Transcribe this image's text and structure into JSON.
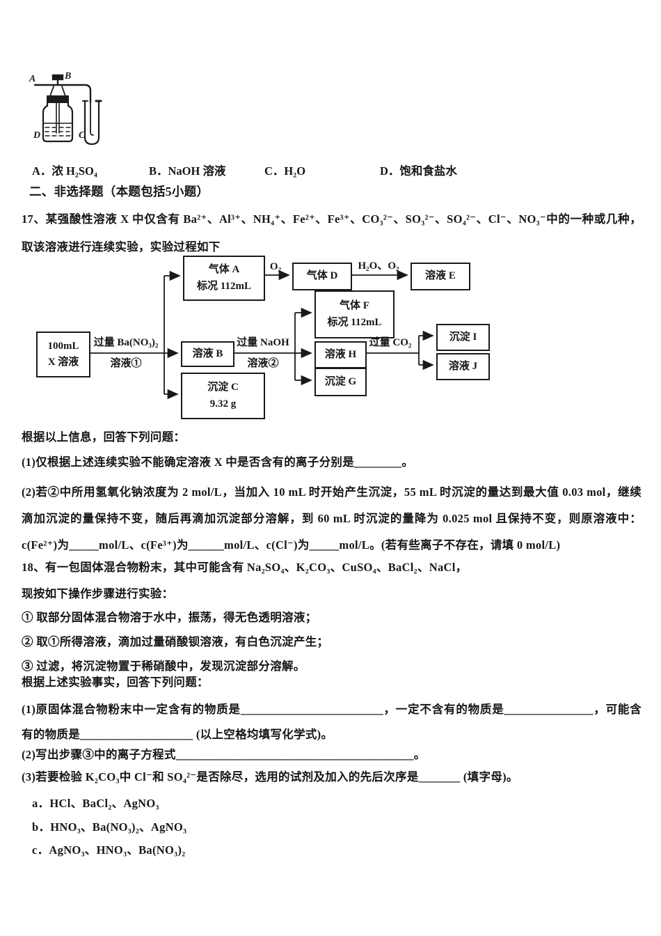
{
  "apparatus": {
    "labels": {
      "a": "A",
      "b": "B",
      "c": "C",
      "d": "D"
    }
  },
  "options": [
    "A．浓 H₂SO₄",
    "B．NaOH 溶液",
    "C．H₂O",
    "D．饱和食盐水"
  ],
  "section_header": "二、非选择题（本题包括5小题）",
  "q17": {
    "intro": "17、某强酸性溶液 X 中仅含有 Ba²⁺、Al³⁺、NH₄⁺、Fe²⁺、Fe³⁺、CO₃²⁻、SO₃²⁻、SO₄²⁻、Cl⁻、NO₃⁻中的一种或几种，取该溶液进行连续实验，实验过程如下",
    "info": "根据以上信息，回答下列问题：",
    "q1": "(1)仅根据上述连续实验不能确定溶液 X 中是否含有的离子分别是________。",
    "q2": "(2)若②中所用氢氧化钠浓度为 2 mol/L，当加入 10 mL 时开始产生沉淀，55 mL 时沉淀的量达到最大值 0.03 mol，继续滴加沉淀的量保持不变，随后再滴加沉淀部分溶解，到 60 mL 时沉淀的量降为 0.025 mol 且保持不变，则原溶液中：c(Fe²⁺)为_____mol/L、c(Fe³⁺)为______mol/L、c(Cl⁻)为_____mol/L。(若有些离子不存在，请填 0 mol/L)"
  },
  "flowchart": {
    "start": {
      "line1": "100mL",
      "line2": "X 溶液"
    },
    "gas_a": {
      "line1": "气体 A",
      "line2": "标况 112mL"
    },
    "gas_d": "气体 D",
    "sol_e": "溶液 E",
    "gas_f": {
      "line1": "气体 F",
      "line2": "标况 112mL"
    },
    "sol_b": "溶液 B",
    "sol_h": "溶液 H",
    "prec_g": "沉淀 G",
    "prec_i": "沉淀 I",
    "sol_j": "溶液 J",
    "prec_c": {
      "line1": "沉淀 C",
      "line2": "9.32 g"
    },
    "labels": {
      "ba_no3": "过量 Ba(NO₃)₂",
      "sol1": "溶液①",
      "o2": "O₂",
      "h2o_o2": "H₂O、O₂",
      "naoh": "过量 NaOH",
      "sol2": "溶液②",
      "co2": "过量 CO₂"
    }
  },
  "q18": {
    "intro": "18、有一包固体混合物粉末，其中可能含有 Na₂SO₄、K₂CO₃、CuSO₄、BaCl₂、NaCl，",
    "step_intro": "现按如下操作步骤进行实验：",
    "steps": [
      "① 取部分固体混合物溶于水中，振荡，得无色透明溶液；",
      "② 取①所得溶液，滴加过量硝酸钡溶液，有白色沉淀产生；",
      "③ 过滤，将沉淀物置于稀硝酸中，发现沉淀部分溶解。"
    ],
    "answer_intro": "根据上述实验事实，回答下列问题：",
    "q1": "(1)原固体混合物粉末中一定含有的物质是________________________，一定不含有的物质是_______________，可能含有的物质是___________________ (以上空格均填写化学式)。",
    "q2": "(2)写出步骤③中的离子方程式________________________________________。",
    "q3": "(3)若要检验 K₂CO₃中 Cl⁻和 SO₄²⁻是否除尽，选用的试剂及加入的先后次序是_______ (填字母)。",
    "choices": [
      "a．HCl、BaCl₂、AgNO₃",
      "b．HNO₃、Ba(NO₃)₂、AgNO₃",
      "c．AgNO₃、HNO₃、Ba(NO₃)₂"
    ]
  }
}
